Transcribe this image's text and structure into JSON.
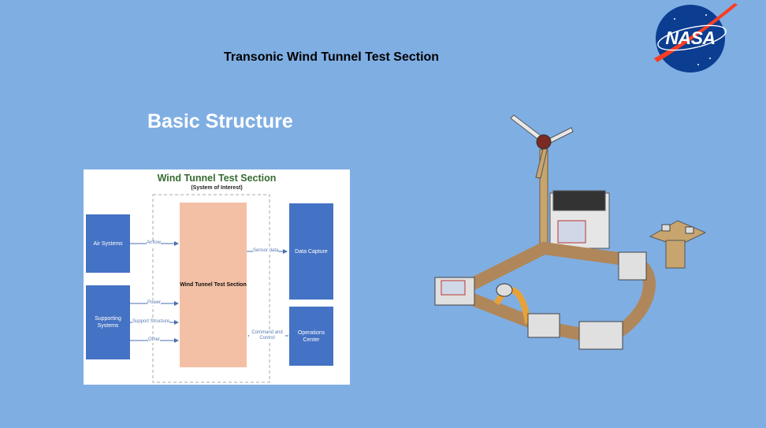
{
  "slide": {
    "title": "Transonic Wind Tunnel Test Section",
    "section_title": "Basic Structure",
    "background_color": "#7FAEE3"
  },
  "logo": {
    "text": "NASA",
    "icon": "nasa-meatball-logo"
  },
  "diagram": {
    "title": "Wind Tunnel Test Section",
    "subtitle": "(System of Interest)",
    "boxes": {
      "air_systems": "Air Systems",
      "supporting_systems": "Supporting Systems",
      "test_section": "Wind Tunnel Test Section",
      "data_capture": "Data Capture",
      "operations_center": "Operations Center"
    },
    "flows": {
      "airflow": "Airflow",
      "power": "Power",
      "support_structure": "Support Structure",
      "other": "Other",
      "sensor_data": "Sensor data",
      "command_and_control": "Command and Control"
    },
    "colors": {
      "external_box": "#4472C4",
      "system_box": "#F4C0A5",
      "title": "#376B33"
    }
  },
  "model": {
    "icon": "wind-tunnel-3d-model"
  }
}
